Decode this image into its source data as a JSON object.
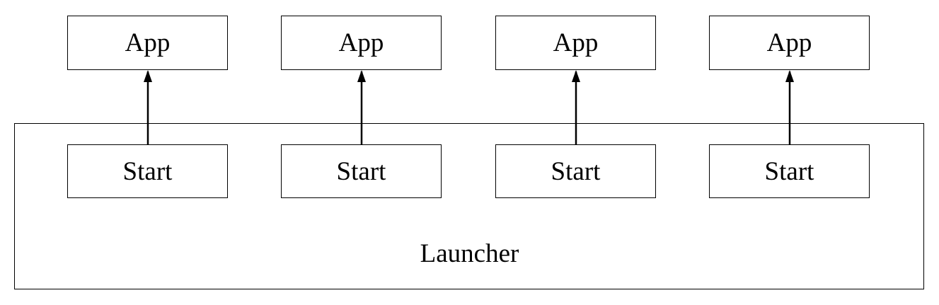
{
  "launcher": {
    "label": "Launcher"
  },
  "apps": [
    {
      "label": "App"
    },
    {
      "label": "App"
    },
    {
      "label": "App"
    },
    {
      "label": "App"
    }
  ],
  "starts": [
    {
      "label": "Start"
    },
    {
      "label": "Start"
    },
    {
      "label": "Start"
    },
    {
      "label": "Start"
    }
  ],
  "colors": {
    "stroke": "#000000",
    "background": "#ffffff"
  }
}
